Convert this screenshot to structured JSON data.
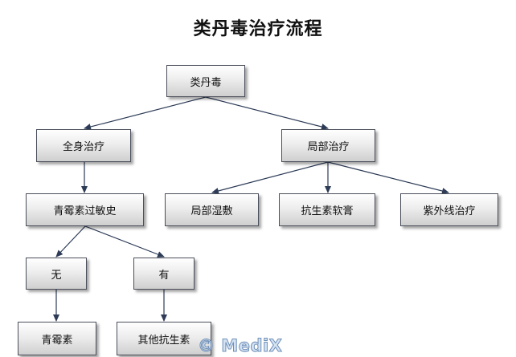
{
  "title": "类丹毒治疗流程",
  "nodes": {
    "root": "类丹毒",
    "systemic": "全身治疗",
    "local": "局部治疗",
    "allergy": "青霉素过敏史",
    "no": "无",
    "yes": "有",
    "penicillin": "青霉素",
    "other_antibiotics": "其他抗生素",
    "wet_compress": "局部湿敷",
    "antibiotic_ointment": "抗生素软膏",
    "uv_therapy": "紫外线治疗"
  },
  "watermark": "© MediX"
}
